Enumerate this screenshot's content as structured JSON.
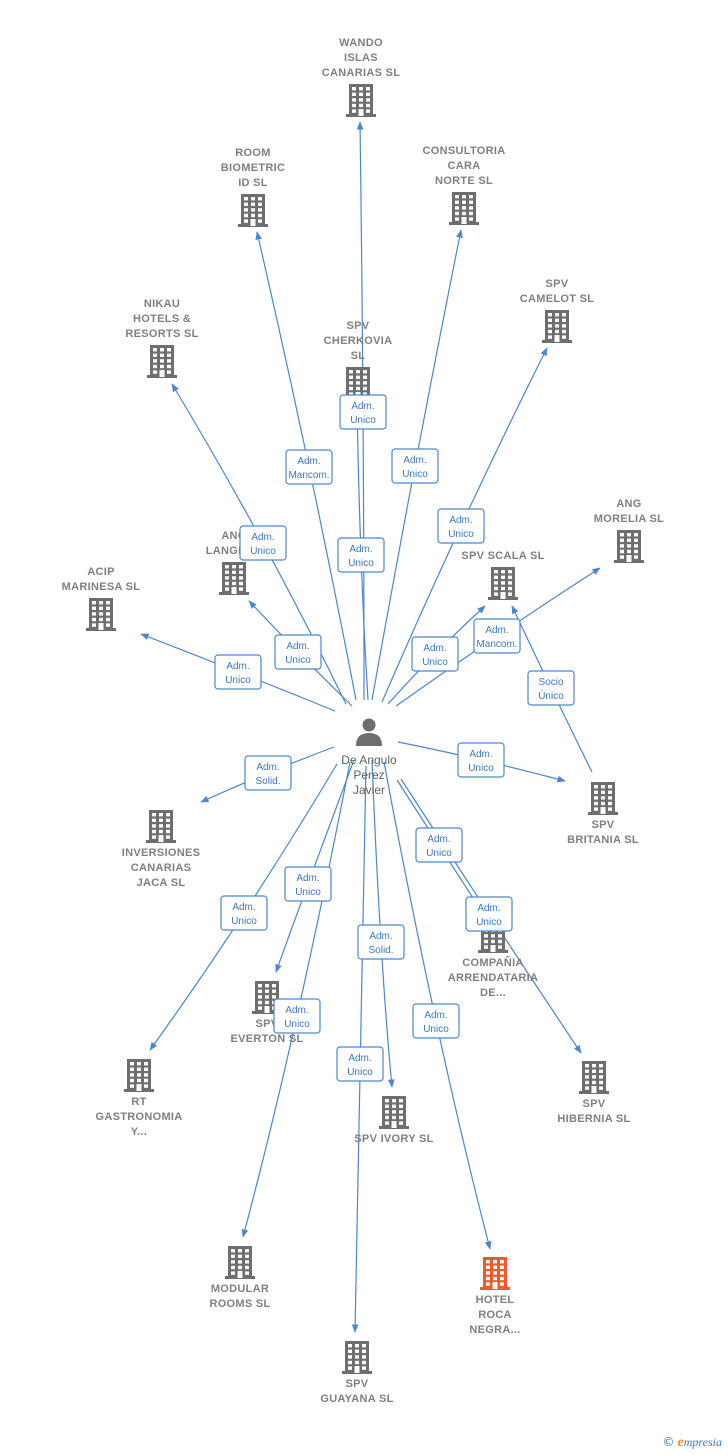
{
  "person": {
    "name_lines": [
      "De Angulo",
      "Perez",
      "Javier"
    ]
  },
  "colors": {
    "edge": "#4a86d6",
    "node": "#6e6e6e",
    "highlight": "#f05a28"
  },
  "companies": [
    {
      "id": "wando",
      "label_lines": [
        "WANDO",
        "ISLAS",
        "CANARIAS  SL"
      ],
      "highlight": false
    },
    {
      "id": "room",
      "label_lines": [
        "ROOM",
        "BIOMETRIC",
        "ID  SL"
      ],
      "highlight": false
    },
    {
      "id": "consultoria",
      "label_lines": [
        "CONSULTORIA",
        "CARA",
        "NORTE  SL"
      ],
      "highlight": false
    },
    {
      "id": "camelot",
      "label_lines": [
        "SPV",
        "CAMELOT  SL"
      ],
      "highlight": false
    },
    {
      "id": "nikau",
      "label_lines": [
        "NIKAU",
        "HOTELS &",
        "RESORTS  SL"
      ],
      "highlight": false
    },
    {
      "id": "cherkovia",
      "label_lines": [
        "SPV",
        "CHERKOVIA",
        "SL"
      ],
      "highlight": false
    },
    {
      "id": "langford",
      "label_lines": [
        "ANG",
        "LANGFOR"
      ],
      "highlight": false
    },
    {
      "id": "scala",
      "label_lines": [
        "SPV SCALA  SL"
      ],
      "highlight": false
    },
    {
      "id": "morelia",
      "label_lines": [
        "ANG",
        "MORELIA  SL"
      ],
      "highlight": false
    },
    {
      "id": "acip",
      "label_lines": [
        "ACIP",
        "MARINESA  SL"
      ],
      "highlight": false
    },
    {
      "id": "britania",
      "label_lines": [
        "SPV",
        "BRITANIA  SL"
      ],
      "highlight": false
    },
    {
      "id": "inversiones",
      "label_lines": [
        "INVERSIONES",
        "CANARIAS",
        "JACA  SL"
      ],
      "highlight": false
    },
    {
      "id": "compania",
      "label_lines": [
        "COMPAÑIA",
        "ARRENDATARIA",
        "DE..."
      ],
      "highlight": false
    },
    {
      "id": "everton",
      "label_lines": [
        "SPV",
        "EVERTON  SL"
      ],
      "highlight": false
    },
    {
      "id": "hibernia",
      "label_lines": [
        "SPV",
        "HIBERNIA  SL"
      ],
      "highlight": false
    },
    {
      "id": "rt",
      "label_lines": [
        "RT",
        "GASTRONOMIA",
        "Y..."
      ],
      "highlight": false
    },
    {
      "id": "ivory",
      "label_lines": [
        "SPV IVORY  SL"
      ],
      "highlight": false
    },
    {
      "id": "modular",
      "label_lines": [
        "MODULAR",
        "ROOMS  SL"
      ],
      "highlight": false
    },
    {
      "id": "roca",
      "label_lines": [
        "HOTEL",
        "ROCA",
        "NEGRA..."
      ],
      "highlight": true
    },
    {
      "id": "guayana",
      "label_lines": [
        "SPV",
        "GUAYANA  SL"
      ],
      "highlight": false
    }
  ],
  "edges": [
    {
      "to": "wando",
      "label_lines": [
        "Adm.",
        "Unico"
      ]
    },
    {
      "to": "room",
      "label_lines": [
        "Adm.",
        "Mancom."
      ]
    },
    {
      "to": "consultoria",
      "label_lines": [
        "Adm.",
        "Unico"
      ]
    },
    {
      "to": "camelot",
      "label_lines": [
        "Adm.",
        "Unico"
      ]
    },
    {
      "to": "nikau",
      "label_lines": [
        "Adm.",
        "Unico"
      ]
    },
    {
      "to": "cherkovia",
      "label_lines": [
        "Adm.",
        "Unico"
      ]
    },
    {
      "to": "langford",
      "label_lines": [
        "Adm.",
        "Unico"
      ]
    },
    {
      "to": "scala",
      "label_lines": [
        "Adm.",
        "Unico"
      ]
    },
    {
      "to": "morelia",
      "label_lines": [
        "Adm.",
        "Mancom."
      ]
    },
    {
      "to": "acip",
      "label_lines": [
        "Adm.",
        "Unico"
      ]
    },
    {
      "to": "britania",
      "label_lines": [
        "Adm.",
        "Unico"
      ]
    },
    {
      "from": "britania",
      "to": "scala",
      "label_lines": [
        "Socio",
        "Único"
      ]
    },
    {
      "to": "inversiones",
      "label_lines": [
        "Adm.",
        "Solid."
      ]
    },
    {
      "to": "compania",
      "label_lines": [
        "Adm.",
        "Unico"
      ]
    },
    {
      "to": "everton",
      "label_lines": [
        "Adm.",
        "Unico"
      ]
    },
    {
      "to": "hibernia",
      "label_lines": [
        "Adm.",
        "Unico"
      ]
    },
    {
      "to": "rt",
      "label_lines": [
        "Adm.",
        "Unico"
      ]
    },
    {
      "to": "ivory",
      "label_lines": [
        "Adm.",
        "Solid."
      ]
    },
    {
      "to": "modular",
      "label_lines": [
        "Adm.",
        "Unico"
      ]
    },
    {
      "to": "roca",
      "label_lines": [
        "Adm.",
        "Unico"
      ]
    },
    {
      "to": "guayana",
      "label_lines": [
        "Adm.",
        "Unico"
      ]
    }
  ],
  "footer": {
    "copyright": "©",
    "brand_initial": "e",
    "brand_rest": "mpresia"
  }
}
